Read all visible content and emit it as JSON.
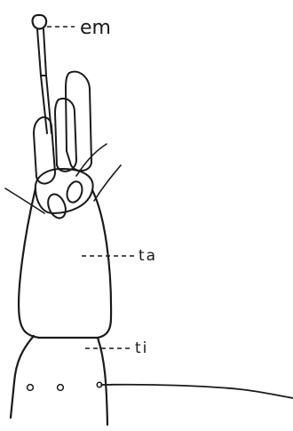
{
  "labels": {
    "em": "em",
    "ta": "ta",
    "ti": "ti"
  }
}
